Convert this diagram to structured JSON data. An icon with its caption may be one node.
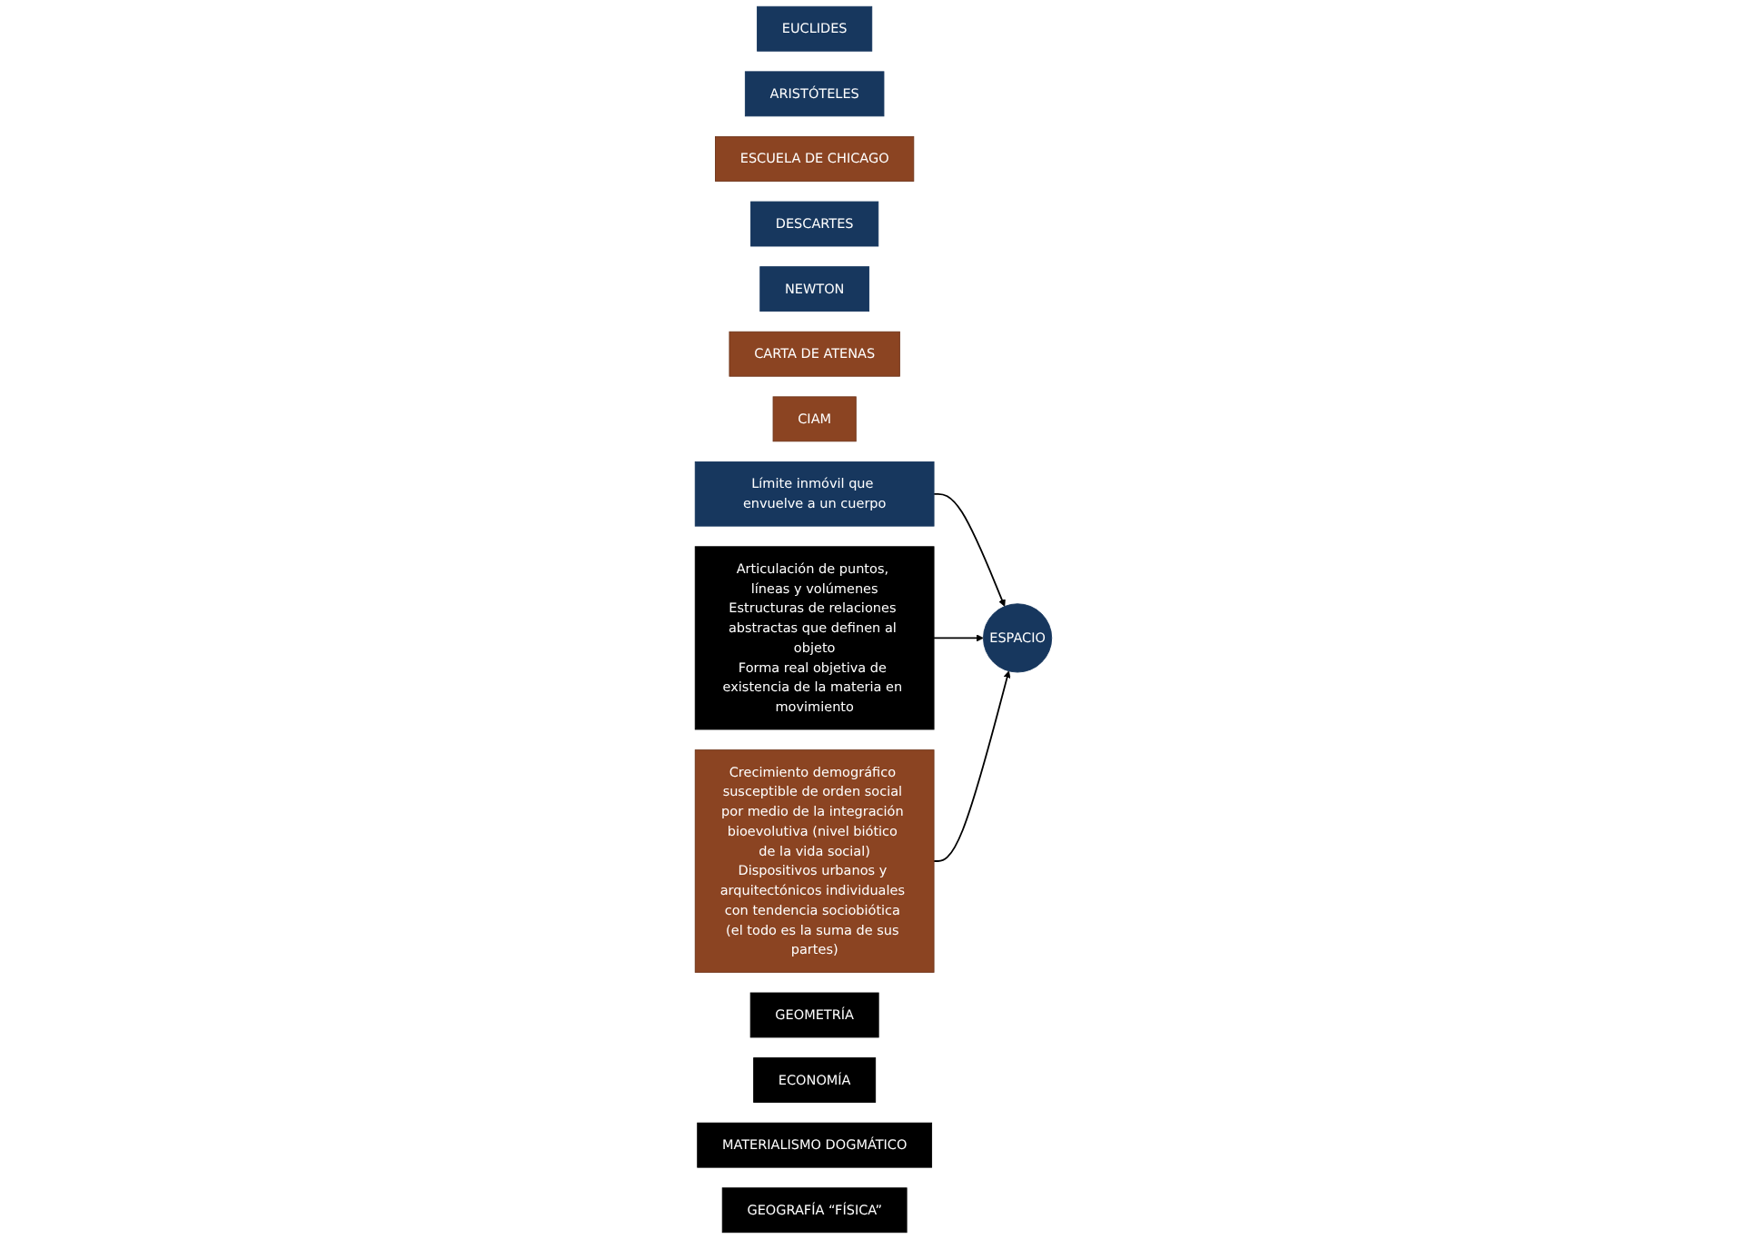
{
  "diagram": {
    "nodes": [
      {
        "text": [
          "EUCLIDES"
        ]
      },
      {
        "text": [
          "ARISTÓTELES"
        ]
      },
      {
        "text": [
          "ESCUELA DE CHICAGO"
        ]
      },
      {
        "text": [
          "DESCARTES"
        ]
      },
      {
        "text": [
          "NEWTON"
        ]
      },
      {
        "text": [
          "CARTA DE ATENAS"
        ]
      },
      {
        "text": [
          "CIAM"
        ]
      },
      {
        "text": [
          "Límite inmóvil que envuelve a un cuerpo"
        ]
      },
      {
        "text": [
          "ESPACIO"
        ]
      },
      {
        "text": [
          "Articulación de puntos, líneas y volúmenes",
          "Estructuras de relaciones abstractas que definen al objeto",
          "Forma real objetiva de existencia de la materia en movimiento"
        ]
      },
      {
        "text": [
          "Crecimiento demográfico susceptible de orden social por medio de la integración bioevolutiva (nivel biótico de la vida social)",
          "Dispositivos urbanos y arquitectónicos individuales con tendencia sociobiótica (el todo es la suma de sus partes)"
        ]
      },
      {
        "text": [
          "GEOMETRÍA"
        ]
      },
      {
        "text": [
          "ECONOMÍA"
        ]
      },
      {
        "text": [
          "MATERIALISMO DOGMÁTICO"
        ]
      },
      {
        "text": [
          "GEOGRAFÍA “FÍSICA”"
        ]
      }
    ],
    "edges": [
      {
        "from": 7,
        "to": 8,
        "arrow": "to"
      },
      {
        "from": 9,
        "to": 8,
        "arrow": "to"
      },
      {
        "from": 10,
        "to": 8,
        "arrow": "to"
      }
    ]
  }
}
